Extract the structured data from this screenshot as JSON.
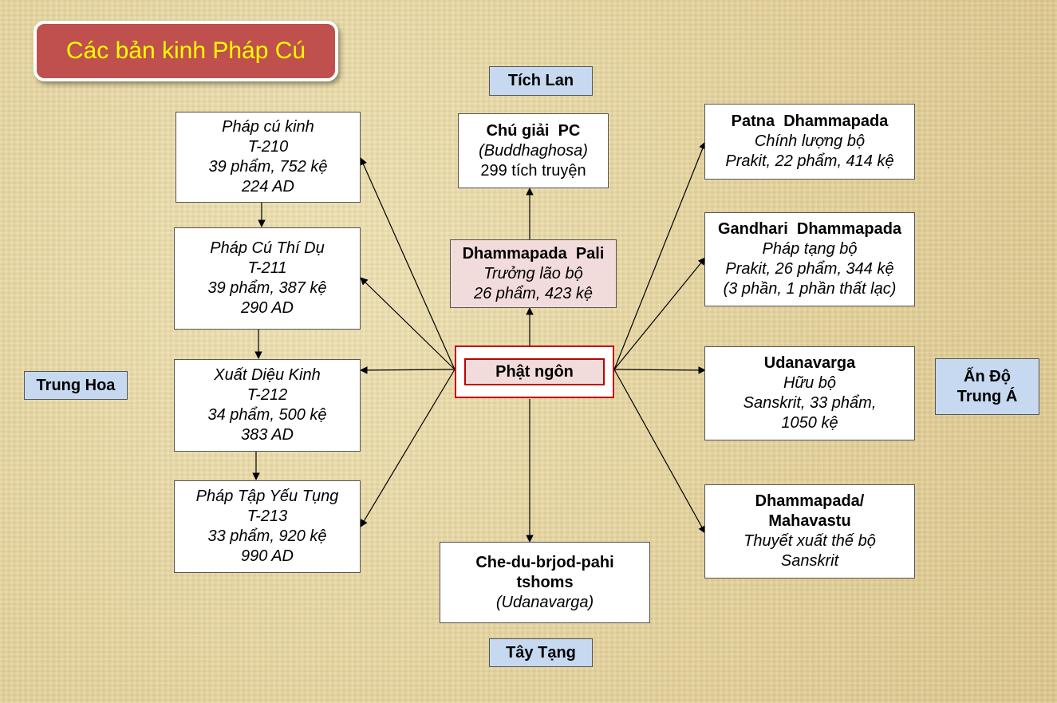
{
  "title": "Các bản kinh Pháp Cú",
  "center": "Phật ngôn",
  "regions": {
    "sri_lanka": "Tích Lan",
    "china": "Trung Hoa",
    "tibet": "Tây Tạng",
    "india_line1": "Ấn Độ",
    "india_line2": "Trung Á"
  },
  "china": [
    {
      "name": "Pháp cú kinh",
      "code": "T-210",
      "stats": "39 phẩm, 752 kệ",
      "date": "224 AD"
    },
    {
      "name": "Pháp Cú Thí Dụ",
      "code": "T-211",
      "stats": "39 phẩm, 387 kệ",
      "date": "290 AD"
    },
    {
      "name": "Xuất Diệu Kinh",
      "code": "T-212",
      "stats": "34 phẩm, 500 kệ",
      "date": "383 AD"
    },
    {
      "name": "Pháp Tập Yếu Tụng",
      "code": "T-213",
      "stats": "33 phẩm, 920 kệ",
      "date": "990 AD"
    }
  ],
  "pali": {
    "title": "Dhammapada  Pali",
    "school": "Trưởng lão bộ",
    "stats": "26 phẩm, 423 kệ"
  },
  "commentary": {
    "title": "Chú giải  PC",
    "author": "(Buddhaghosa)",
    "stories": "299 tích truyện"
  },
  "tibetan": {
    "title_line1": "Che-du-brjod-pahi",
    "title_line2": "tshoms",
    "alt": "(Udanavarga)"
  },
  "india": {
    "patna": {
      "title": "Patna  Dhammapada",
      "school": "Chính lượng bộ",
      "stats": "Prakit, 22 phẩm, 414 kệ"
    },
    "gandhari": {
      "title": "Gandhari  Dhammapada",
      "school": "Pháp tạng bộ",
      "stats": "Prakit, 26 phẩm, 344 kệ",
      "note": "(3 phần, 1 phần thất lạc)"
    },
    "udanavarga": {
      "title": "Udanavarga",
      "school": "Hữu bộ",
      "stats_line1": "Sanskrit, 33 phẩm,",
      "stats_line2": "1050 kệ"
    },
    "mahavastu": {
      "title_line1": "Dhammapada/",
      "title_line2": "Mahavastu",
      "school": "Thuyết xuất thế bộ",
      "lang": "Sanskrit"
    }
  }
}
